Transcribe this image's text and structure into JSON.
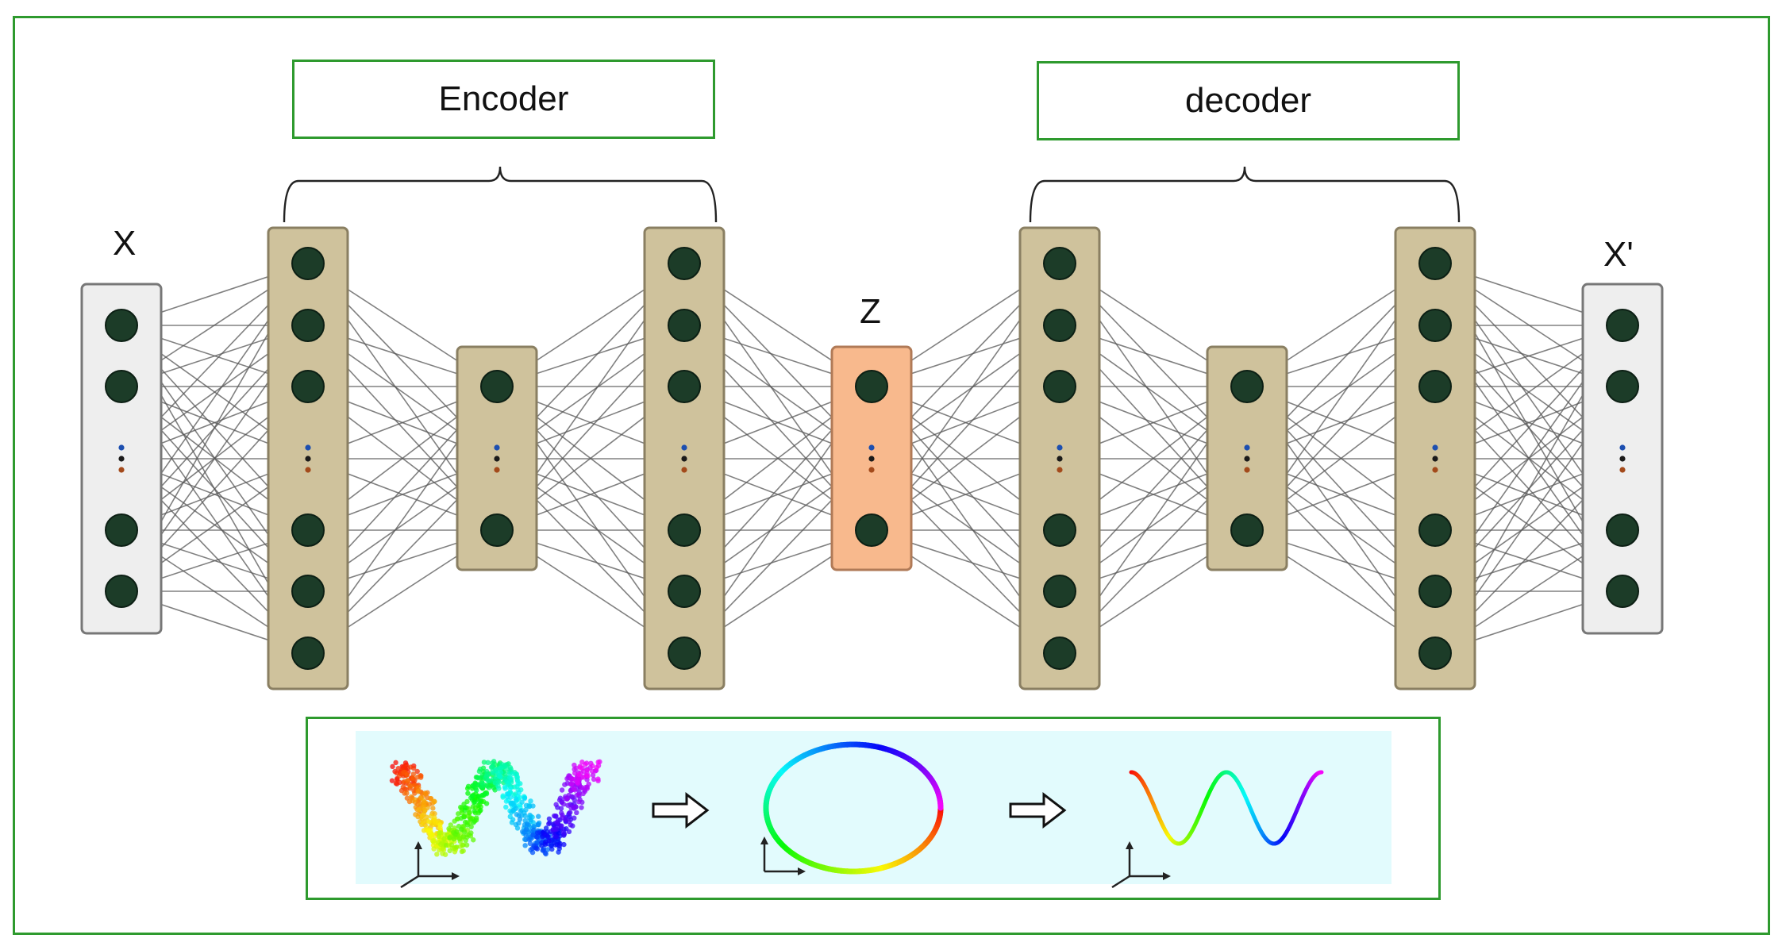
{
  "labels": {
    "encoder": "Encoder",
    "decoder": "decoder",
    "input": "X",
    "output": "X'",
    "latent": "Z"
  },
  "colors": {
    "frame": "#2e9a2e",
    "layer_fill": "#cfc29c",
    "io_fill": "#eeeeee",
    "latent_fill": "#f8b98d",
    "node": "#1c3c28",
    "edge": "#555555",
    "panel_bg": "#e2fbfd"
  },
  "network": {
    "layers": [
      {
        "kind": "input",
        "nodes": 5
      },
      {
        "kind": "hidden",
        "nodes": 7
      },
      {
        "kind": "hidden",
        "nodes": 3
      },
      {
        "kind": "hidden",
        "nodes": 7
      },
      {
        "kind": "latent",
        "nodes": 3
      },
      {
        "kind": "hidden",
        "nodes": 7
      },
      {
        "kind": "hidden",
        "nodes": 3
      },
      {
        "kind": "hidden",
        "nodes": 7
      },
      {
        "kind": "output",
        "nodes": 5
      }
    ]
  },
  "manifold_panels": [
    {
      "icon": "noisy-w-curve-icon"
    },
    {
      "icon": "ring-icon"
    },
    {
      "icon": "smooth-w-curve-icon"
    }
  ]
}
